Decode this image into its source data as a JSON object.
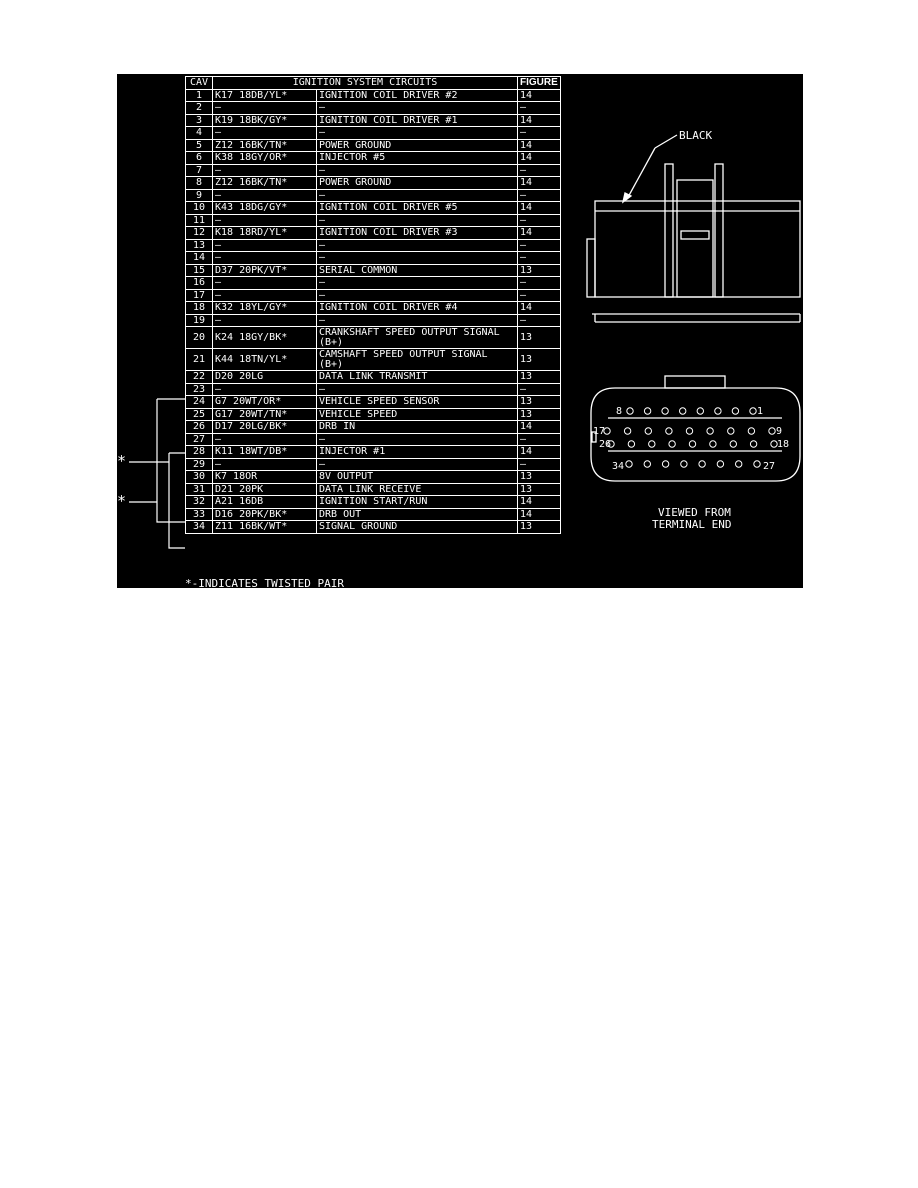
{
  "table": {
    "headers": {
      "cav": "CAV",
      "circuit": "IGNITION SYSTEM CIRCUITS",
      "figure": "FIGURE"
    },
    "rows": [
      {
        "cav": "1",
        "wire": "K17 18DB/YL*",
        "function": "IGNITION COIL DRIVER #2",
        "figure": "14"
      },
      {
        "cav": "2",
        "wire": "—",
        "function": "—",
        "figure": "—"
      },
      {
        "cav": "3",
        "wire": "K19 18BK/GY*",
        "function": "IGNITION COIL DRIVER #1",
        "figure": "14"
      },
      {
        "cav": "4",
        "wire": "—",
        "function": "—",
        "figure": "—"
      },
      {
        "cav": "5",
        "wire": "Z12 16BK/TN*",
        "function": "POWER GROUND",
        "figure": "14"
      },
      {
        "cav": "6",
        "wire": "K38 18GY/OR*",
        "function": "INJECTOR #5",
        "figure": "14"
      },
      {
        "cav": "7",
        "wire": "—",
        "function": "—",
        "figure": "—"
      },
      {
        "cav": "8",
        "wire": "Z12 16BK/TN*",
        "function": "POWER GROUND",
        "figure": "14"
      },
      {
        "cav": "9",
        "wire": "—",
        "function": "—",
        "figure": "—"
      },
      {
        "cav": "10",
        "wire": "K43 18DG/GY*",
        "function": "IGNITION COIL DRIVER #5",
        "figure": "14"
      },
      {
        "cav": "11",
        "wire": "—",
        "function": "—",
        "figure": "—"
      },
      {
        "cav": "12",
        "wire": "K18 18RD/YL*",
        "function": "IGNITION COIL DRIVER #3",
        "figure": "14"
      },
      {
        "cav": "13",
        "wire": "—",
        "function": "—",
        "figure": "—"
      },
      {
        "cav": "14",
        "wire": "—",
        "function": "—",
        "figure": "—"
      },
      {
        "cav": "15",
        "wire": "D37 20PK/VT*",
        "function": "SERIAL COMMON",
        "figure": "13"
      },
      {
        "cav": "16",
        "wire": "—",
        "function": "—",
        "figure": "—"
      },
      {
        "cav": "17",
        "wire": "—",
        "function": "—",
        "figure": "—"
      },
      {
        "cav": "18",
        "wire": "K32 18YL/GY*",
        "function": "IGNITION COIL DRIVER #4",
        "figure": "14"
      },
      {
        "cav": "19",
        "wire": "—",
        "function": "—",
        "figure": "—"
      },
      {
        "cav": "20",
        "wire": "K24 18GY/BK*",
        "function": "CRANKSHAFT SPEED OUTPUT SIGNAL (B+)",
        "figure": "13"
      },
      {
        "cav": "21",
        "wire": "K44 18TN/YL*",
        "function": "CAMSHAFT SPEED OUTPUT SIGNAL (B+)",
        "figure": "13"
      },
      {
        "cav": "22",
        "wire": "D20 20LG",
        "function": "DATA LINK TRANSMIT",
        "figure": "13"
      },
      {
        "cav": "23",
        "wire": "—",
        "function": "—",
        "figure": "—"
      },
      {
        "cav": "24",
        "wire": "G7 20WT/OR*",
        "function": "VEHICLE SPEED SENSOR",
        "figure": "13"
      },
      {
        "cav": "25",
        "wire": "G17 20WT/TN*",
        "function": "VEHICLE SPEED",
        "figure": "13"
      },
      {
        "cav": "26",
        "wire": "D17 20LG/BK*",
        "function": "DRB IN",
        "figure": "14"
      },
      {
        "cav": "27",
        "wire": "—",
        "function": "—",
        "figure": "—"
      },
      {
        "cav": "28",
        "wire": "K11 18WT/DB*",
        "function": "INJECTOR #1",
        "figure": "14"
      },
      {
        "cav": "29",
        "wire": "—",
        "function": "—",
        "figure": "—"
      },
      {
        "cav": "30",
        "wire": "K7 18OR",
        "function": "8V OUTPUT",
        "figure": "13"
      },
      {
        "cav": "31",
        "wire": "D21 20PK",
        "function": "DATA LINK RECEIVE",
        "figure": "13"
      },
      {
        "cav": "32",
        "wire": "A21 16DB",
        "function": "IGNITION START/RUN",
        "figure": "14"
      },
      {
        "cav": "33",
        "wire": "D16 20PK/BK*",
        "function": "DRB OUT",
        "figure": "14"
      },
      {
        "cav": "34",
        "wire": "Z11 16BK/WT*",
        "function": "SIGNAL GROUND",
        "figure": "13"
      }
    ]
  },
  "footnote": "*-INDICATES TWISTED PAIR",
  "twisted_marker": "*",
  "connector": {
    "color_label": "BLACK",
    "view_label_line1": "VIEWED FROM",
    "view_label_line2": "TERMINAL END",
    "pin_labels": {
      "p8": "8",
      "p1": "1",
      "p17": "17",
      "p9": "9",
      "p26": "26",
      "p18": "18",
      "p34": "34",
      "p27": "27"
    }
  },
  "colors": {
    "background": "#000000",
    "foreground": "#ffffff"
  }
}
